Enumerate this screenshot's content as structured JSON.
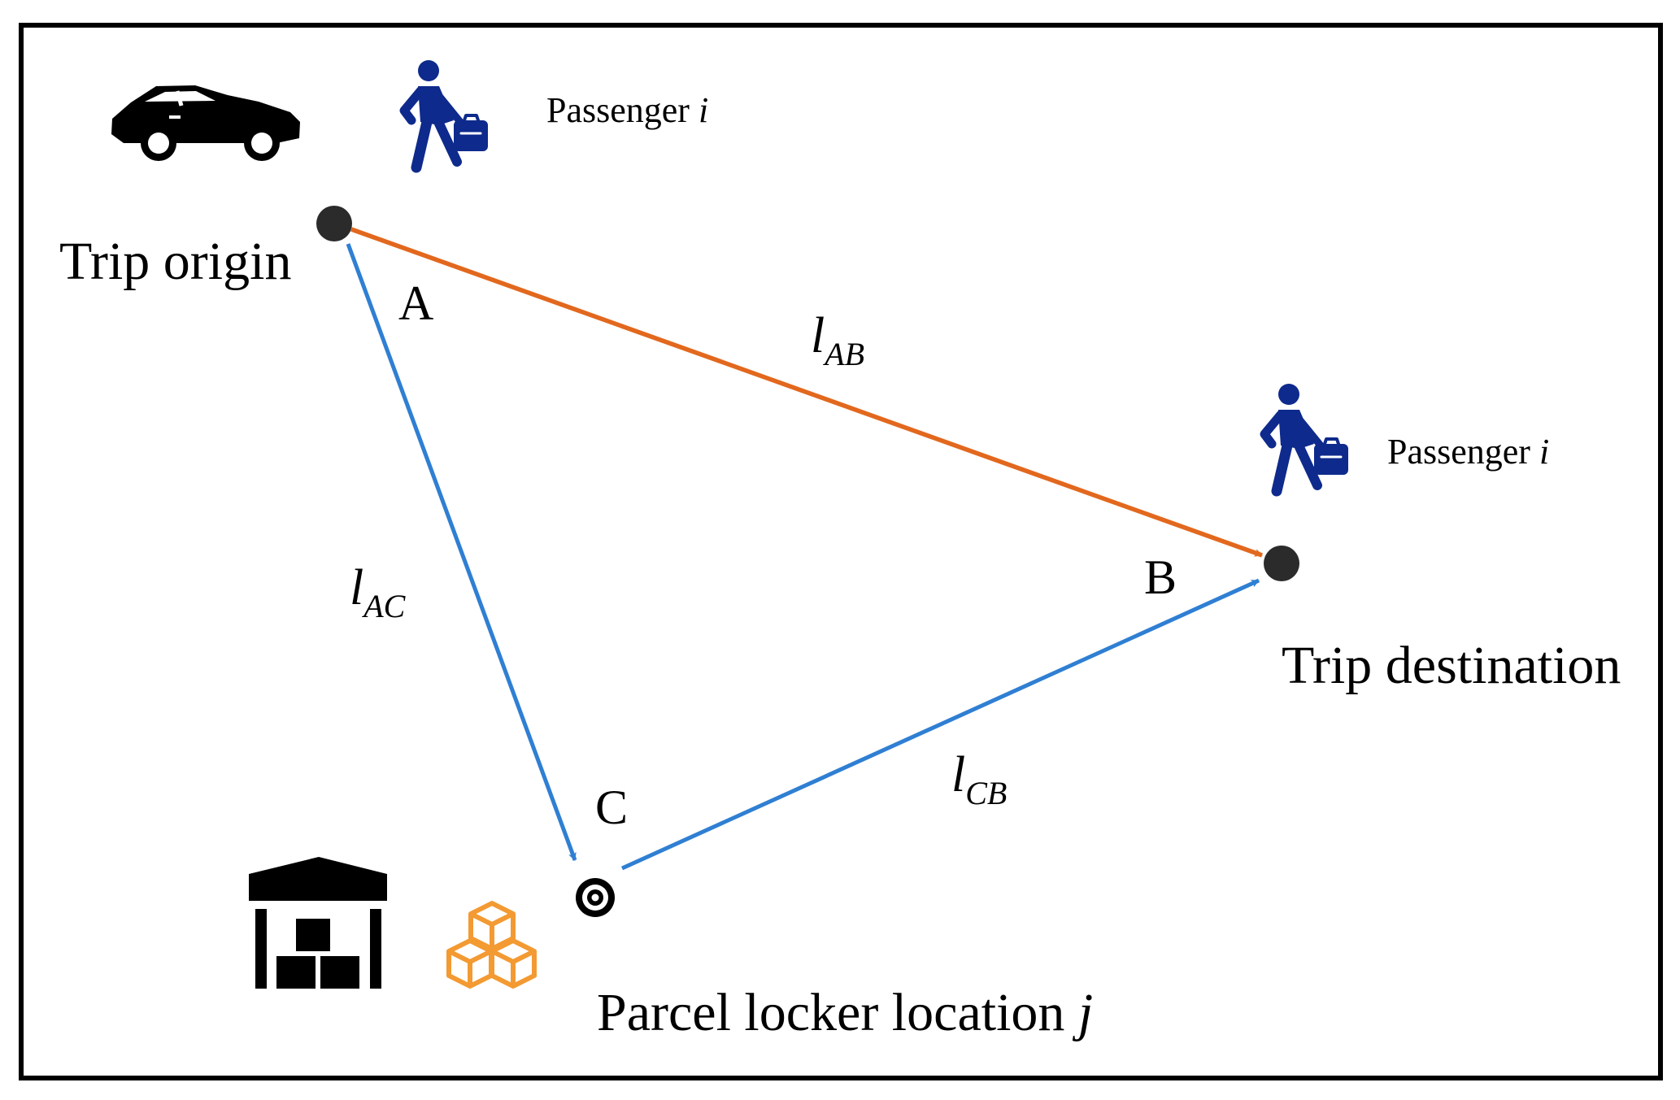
{
  "colors": {
    "direct_route": "#E2681E",
    "detour_route": "#2F7FD3",
    "node": "#2B2B2B",
    "passenger": "#0E2A8C",
    "parcel": "#F39A32",
    "frame": "#000000"
  },
  "icons": [
    "car-icon",
    "passenger-icon",
    "warehouse-icon",
    "parcel-boxes-icon",
    "locker-target-icon"
  ],
  "labels": {
    "trip_origin": "Trip origin",
    "trip_destination": "Trip destination",
    "parcel_locker": "Parcel locker location",
    "parcel_locker_index": "j",
    "passenger_text": "Passenger",
    "passenger_index": "i",
    "node_a": "A",
    "node_b": "B",
    "node_c": "C",
    "edge_ab_main": "l",
    "edge_ab_sub": "AB",
    "edge_ac_main": "l",
    "edge_ac_sub": "AC",
    "edge_cb_main": "l",
    "edge_cb_sub": "CB"
  }
}
